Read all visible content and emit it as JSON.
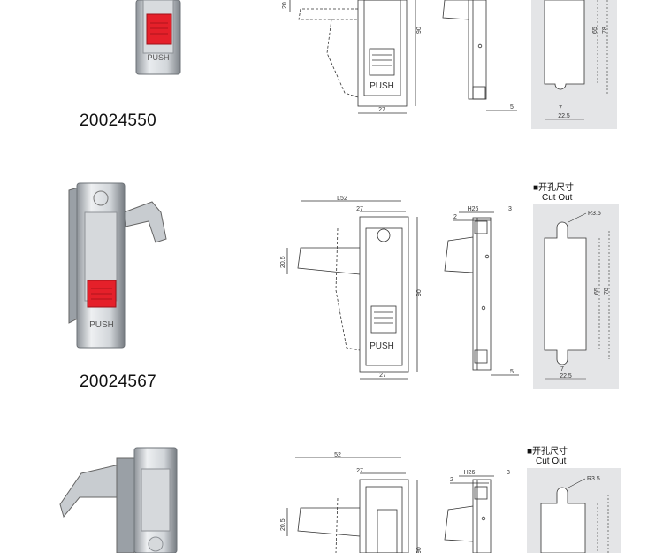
{
  "products": [
    {
      "code": "20024550"
    },
    {
      "code": "20024567"
    },
    {
      "code": ""
    }
  ],
  "labels": {
    "push": "PUSH",
    "cutout_cn": "开孔尺寸",
    "cutout_en": "Cut Out",
    "radius": "R3.5"
  },
  "dims": {
    "w27": "27",
    "h90": "90",
    "h205": "20.5",
    "l52_a": "L52",
    "l52_b": "52",
    "h26": "H26",
    "d2": "2",
    "d3": "3",
    "d5": "5",
    "c65": "65",
    "c78": "78",
    "c7": "7",
    "c225": "22.5"
  },
  "colors": {
    "button_red": "#e5202a",
    "metal": "#c9cdd2",
    "cutout_bg": "#e4e5e7",
    "line": "#333333"
  }
}
